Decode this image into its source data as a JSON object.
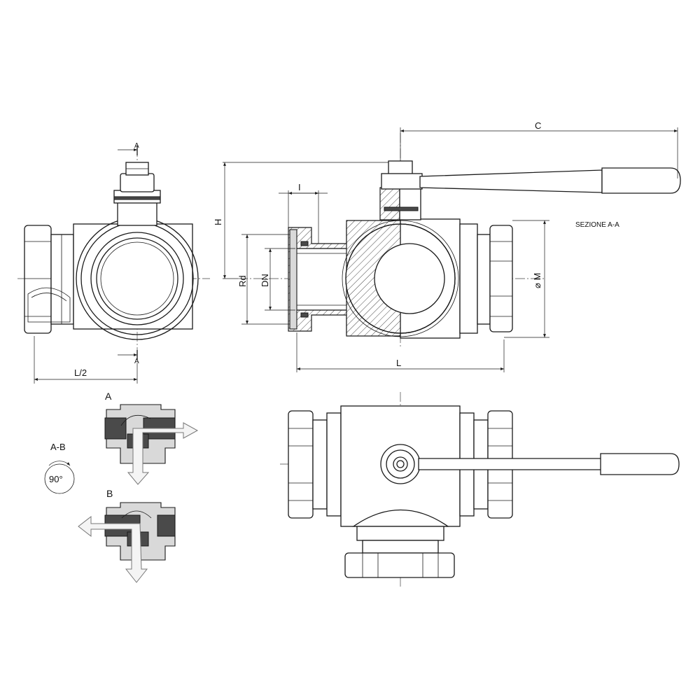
{
  "labels": {
    "c": "C",
    "i": "I",
    "h": "H",
    "rd": "Rd",
    "dn": "DN",
    "m": "⌀ M",
    "l": "L",
    "l_half": "L/2",
    "section_mark_top": "A",
    "section_mark_bottom": "A",
    "section_title": "SEZIONE    A-A",
    "position_a": "A",
    "position_b": "B",
    "rotation_title": "A-B",
    "rotation_angle": "90°"
  }
}
